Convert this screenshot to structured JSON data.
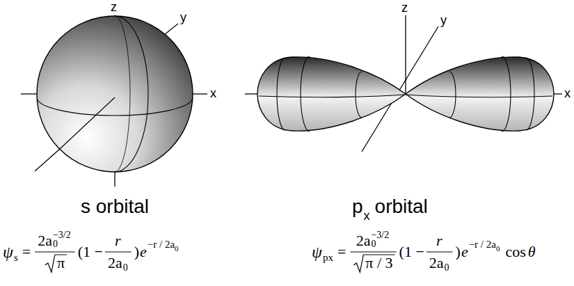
{
  "diagram": {
    "labels": [
      "z",
      "y",
      "x",
      "s orbital",
      "z",
      "y",
      "x",
      "p",
      "x",
      "orbital",
      "ψ",
      "s",
      "=",
      "2a",
      "0",
      "−3/2",
      "π",
      "(1 −",
      "r",
      "2a",
      "0",
      ")",
      "e",
      "−r / 2a",
      "0",
      "ψ",
      "px",
      "=",
      "2a",
      "0",
      "−3/2",
      "π / 3",
      "(1 −",
      "r",
      "2a",
      "0",
      ")",
      "e",
      "−r / 2a",
      "0",
      "cos",
      "θ"
    ]
  }
}
